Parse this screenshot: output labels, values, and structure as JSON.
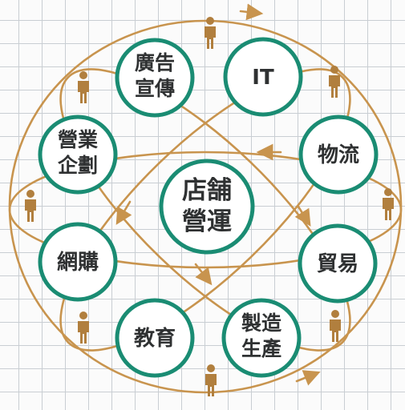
{
  "center": {
    "line1": "店舗",
    "line2": "營運"
  },
  "nodes": [
    {
      "id": "ad",
      "line1": "廣告",
      "line2": "宣傳"
    },
    {
      "id": "it",
      "line1": "IT",
      "line2": ""
    },
    {
      "id": "logistics",
      "line1": "物流",
      "line2": ""
    },
    {
      "id": "trade",
      "line1": "貿易",
      "line2": ""
    },
    {
      "id": "manufacturing",
      "line1": "製造",
      "line2": "生產"
    },
    {
      "id": "education",
      "line1": "教育",
      "line2": ""
    },
    {
      "id": "ecommerce",
      "line1": "網購",
      "line2": ""
    },
    {
      "id": "planning",
      "line1": "營業",
      "line2": "企劃"
    }
  ],
  "colors": {
    "circle_stroke": "#1a8c73",
    "circle_fill": "#ffffff",
    "orbit": "#c8944e",
    "person": "#b17f3e",
    "text": "#2f3132"
  },
  "icons": {
    "person": "person-icon"
  }
}
